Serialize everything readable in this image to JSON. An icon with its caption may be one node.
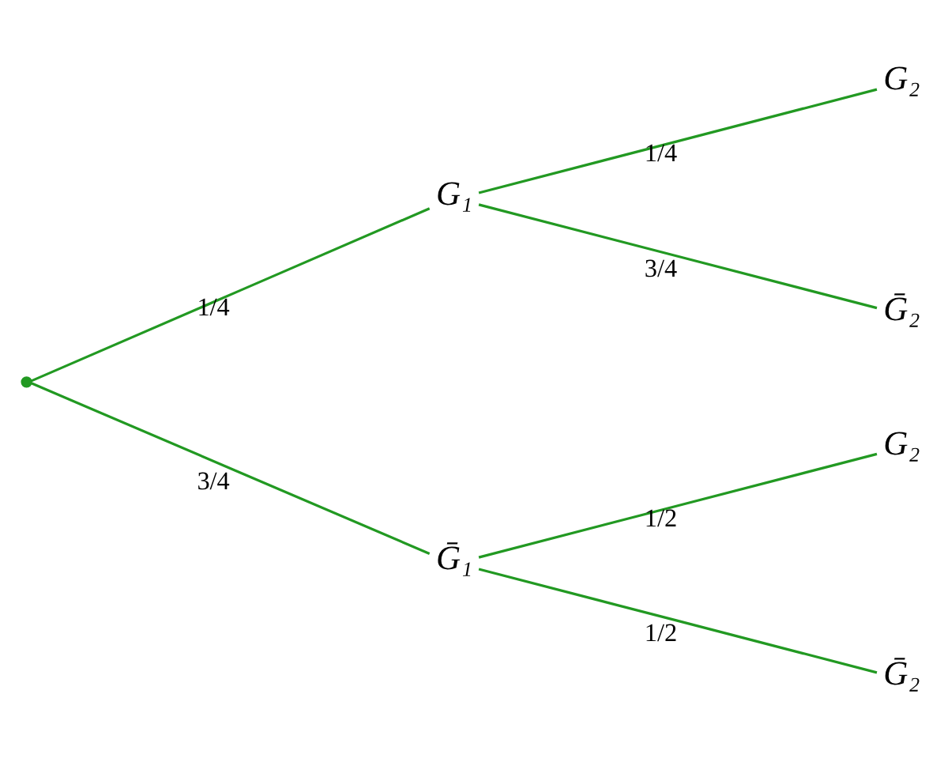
{
  "diagram": {
    "nodes": [
      {
        "text": [],
        "shape": "point"
      },
      {
        "text": [
          "G₁"
        ]
      },
      {
        "text": [
          "Ḡ₁"
        ]
      },
      {
        "text": [
          "G₂"
        ]
      },
      {
        "text": [
          "Ḡ₂"
        ]
      },
      {
        "text": [
          "G₂"
        ]
      },
      {
        "text": [
          "Ḡ₂"
        ]
      }
    ],
    "edges": [
      {
        "from": 0,
        "to": 1,
        "arrow": "none",
        "label": "1/4"
      },
      {
        "from": 0,
        "to": 2,
        "arrow": "none",
        "label": "3/4"
      },
      {
        "from": 1,
        "to": 3,
        "arrow": "none",
        "label": "1/4"
      },
      {
        "from": 1,
        "to": 4,
        "arrow": "none",
        "label": "3/4"
      },
      {
        "from": 2,
        "to": 5,
        "arrow": "none",
        "label": "1/2"
      },
      {
        "from": 2,
        "to": 6,
        "arrow": "none",
        "label": "1/2"
      }
    ]
  }
}
